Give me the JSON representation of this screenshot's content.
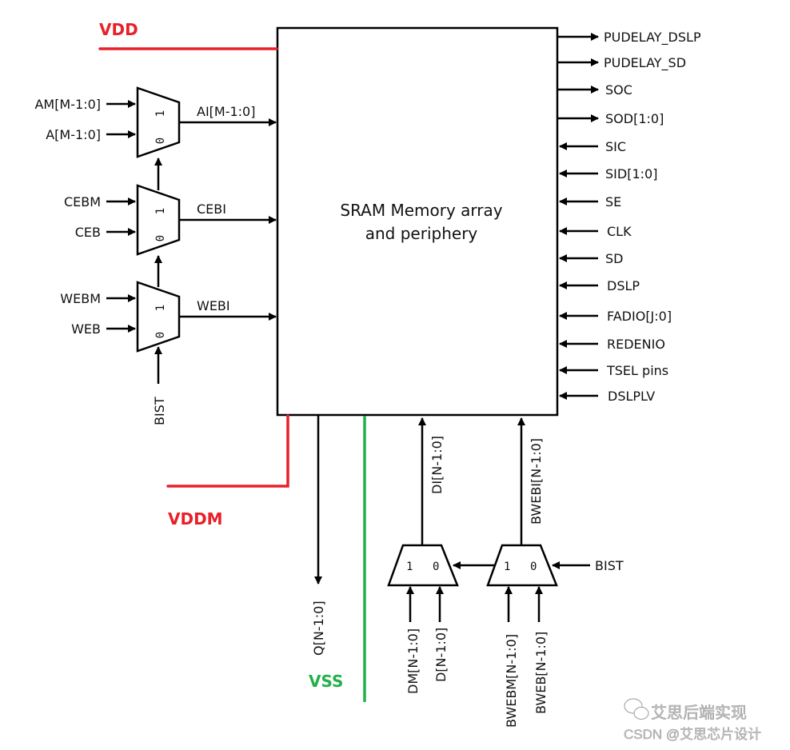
{
  "block": {
    "title_line1": "SRAM Memory array",
    "title_line2": "and periphery"
  },
  "power": {
    "vdd": {
      "label": "VDD",
      "color": "#e8202a"
    },
    "vddm": {
      "label": "VDDM",
      "color": "#e8202a"
    },
    "vss": {
      "label": "VSS",
      "color": "#22b04a"
    }
  },
  "left_muxes": [
    {
      "in1": "AM[M-1:0]",
      "in0": "A[M-1:0]",
      "out": "AI[M-1:0]",
      "sel1": "1",
      "sel0": "0"
    },
    {
      "in1": "CEBM",
      "in0": "CEB",
      "out": "CEBI",
      "sel1": "1",
      "sel0": "0"
    },
    {
      "in1": "WEBM",
      "in0": "WEB",
      "out": "WEBI",
      "sel1": "1",
      "sel0": "0"
    }
  ],
  "left_select": "BIST",
  "right_pins": [
    {
      "name": "PUDELAY_DSLP",
      "dir": "out"
    },
    {
      "name": "PUDELAY_SD",
      "dir": "out"
    },
    {
      "name": "SOC",
      "dir": "out"
    },
    {
      "name": "SOD[1:0]",
      "dir": "out"
    },
    {
      "name": "SIC",
      "dir": "in"
    },
    {
      "name": "SID[1:0]",
      "dir": "in"
    },
    {
      "name": "SE",
      "dir": "in"
    },
    {
      "name": "CLK",
      "dir": "in"
    },
    {
      "name": "SD",
      "dir": "in"
    },
    {
      "name": "DSLP",
      "dir": "in"
    },
    {
      "name": "FADIO[J:0]",
      "dir": "in"
    },
    {
      "name": "REDENIO",
      "dir": "in"
    },
    {
      "name": "TSEL pins",
      "dir": "in"
    },
    {
      "name": "DSLPLV",
      "dir": "in"
    }
  ],
  "bottom": {
    "q_out": "Q[N-1:0]",
    "di": "DI[N-1:0]",
    "bwebi": "BWEBI[N-1:0]",
    "mux_d": {
      "in1": "DM[N-1:0]",
      "in0": "D[N-1:0]",
      "sel1": "1",
      "sel0": "0"
    },
    "mux_bweb": {
      "in1": "BWEBM[N-1:0]",
      "in0": "BWEB[N-1:0]",
      "sel1": "1",
      "sel0": "0"
    },
    "select": "BIST"
  },
  "watermark": {
    "line1": "艾思后端实现",
    "line2": "CSDN @艾思芯片设计"
  }
}
